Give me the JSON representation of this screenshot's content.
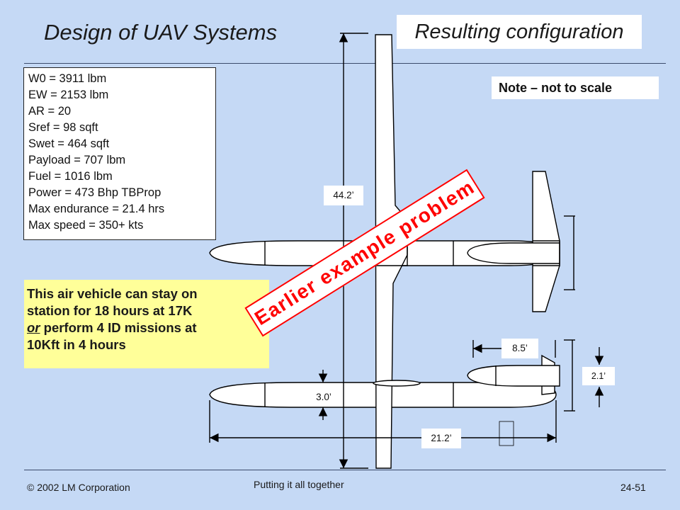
{
  "header": {
    "title": "Design of UAV Systems",
    "config_title": "Resulting configuration"
  },
  "specs": [
    "W0 = 3911 lbm",
    "EW = 2153 lbm",
    "AR = 20",
    "Sref = 98 sqft",
    "Swet = 464 sqft",
    "Payload = 707 lbm",
    "Fuel = 1016 lbm",
    "Power = 473 Bhp TBProp",
    "Max endurance = 21.4 hrs",
    "Max speed = 350+ kts"
  ],
  "note": "Note – not to scale",
  "mission": {
    "line1": "This air vehicle can stay on",
    "line2": "station for 18 hours at 17K",
    "line3_em": "or",
    "line3_rest": " perform 4 ID missions at",
    "line4": "10Kft in 4 hours"
  },
  "stamp": "Earlier example problem",
  "dimensions": {
    "span": "44.2’",
    "fuselage_dia": "3.0’",
    "length": "21.2’",
    "tail_span": "8.5’",
    "tail_height": "2.1’"
  },
  "footer": {
    "copyright": " 2002 LM Corporation",
    "center": "Putting it all together",
    "page": "24-51"
  },
  "colors": {
    "background": "#c5d9f5",
    "mission_box": "#ffff99",
    "stamp_red": "#ff0000"
  }
}
